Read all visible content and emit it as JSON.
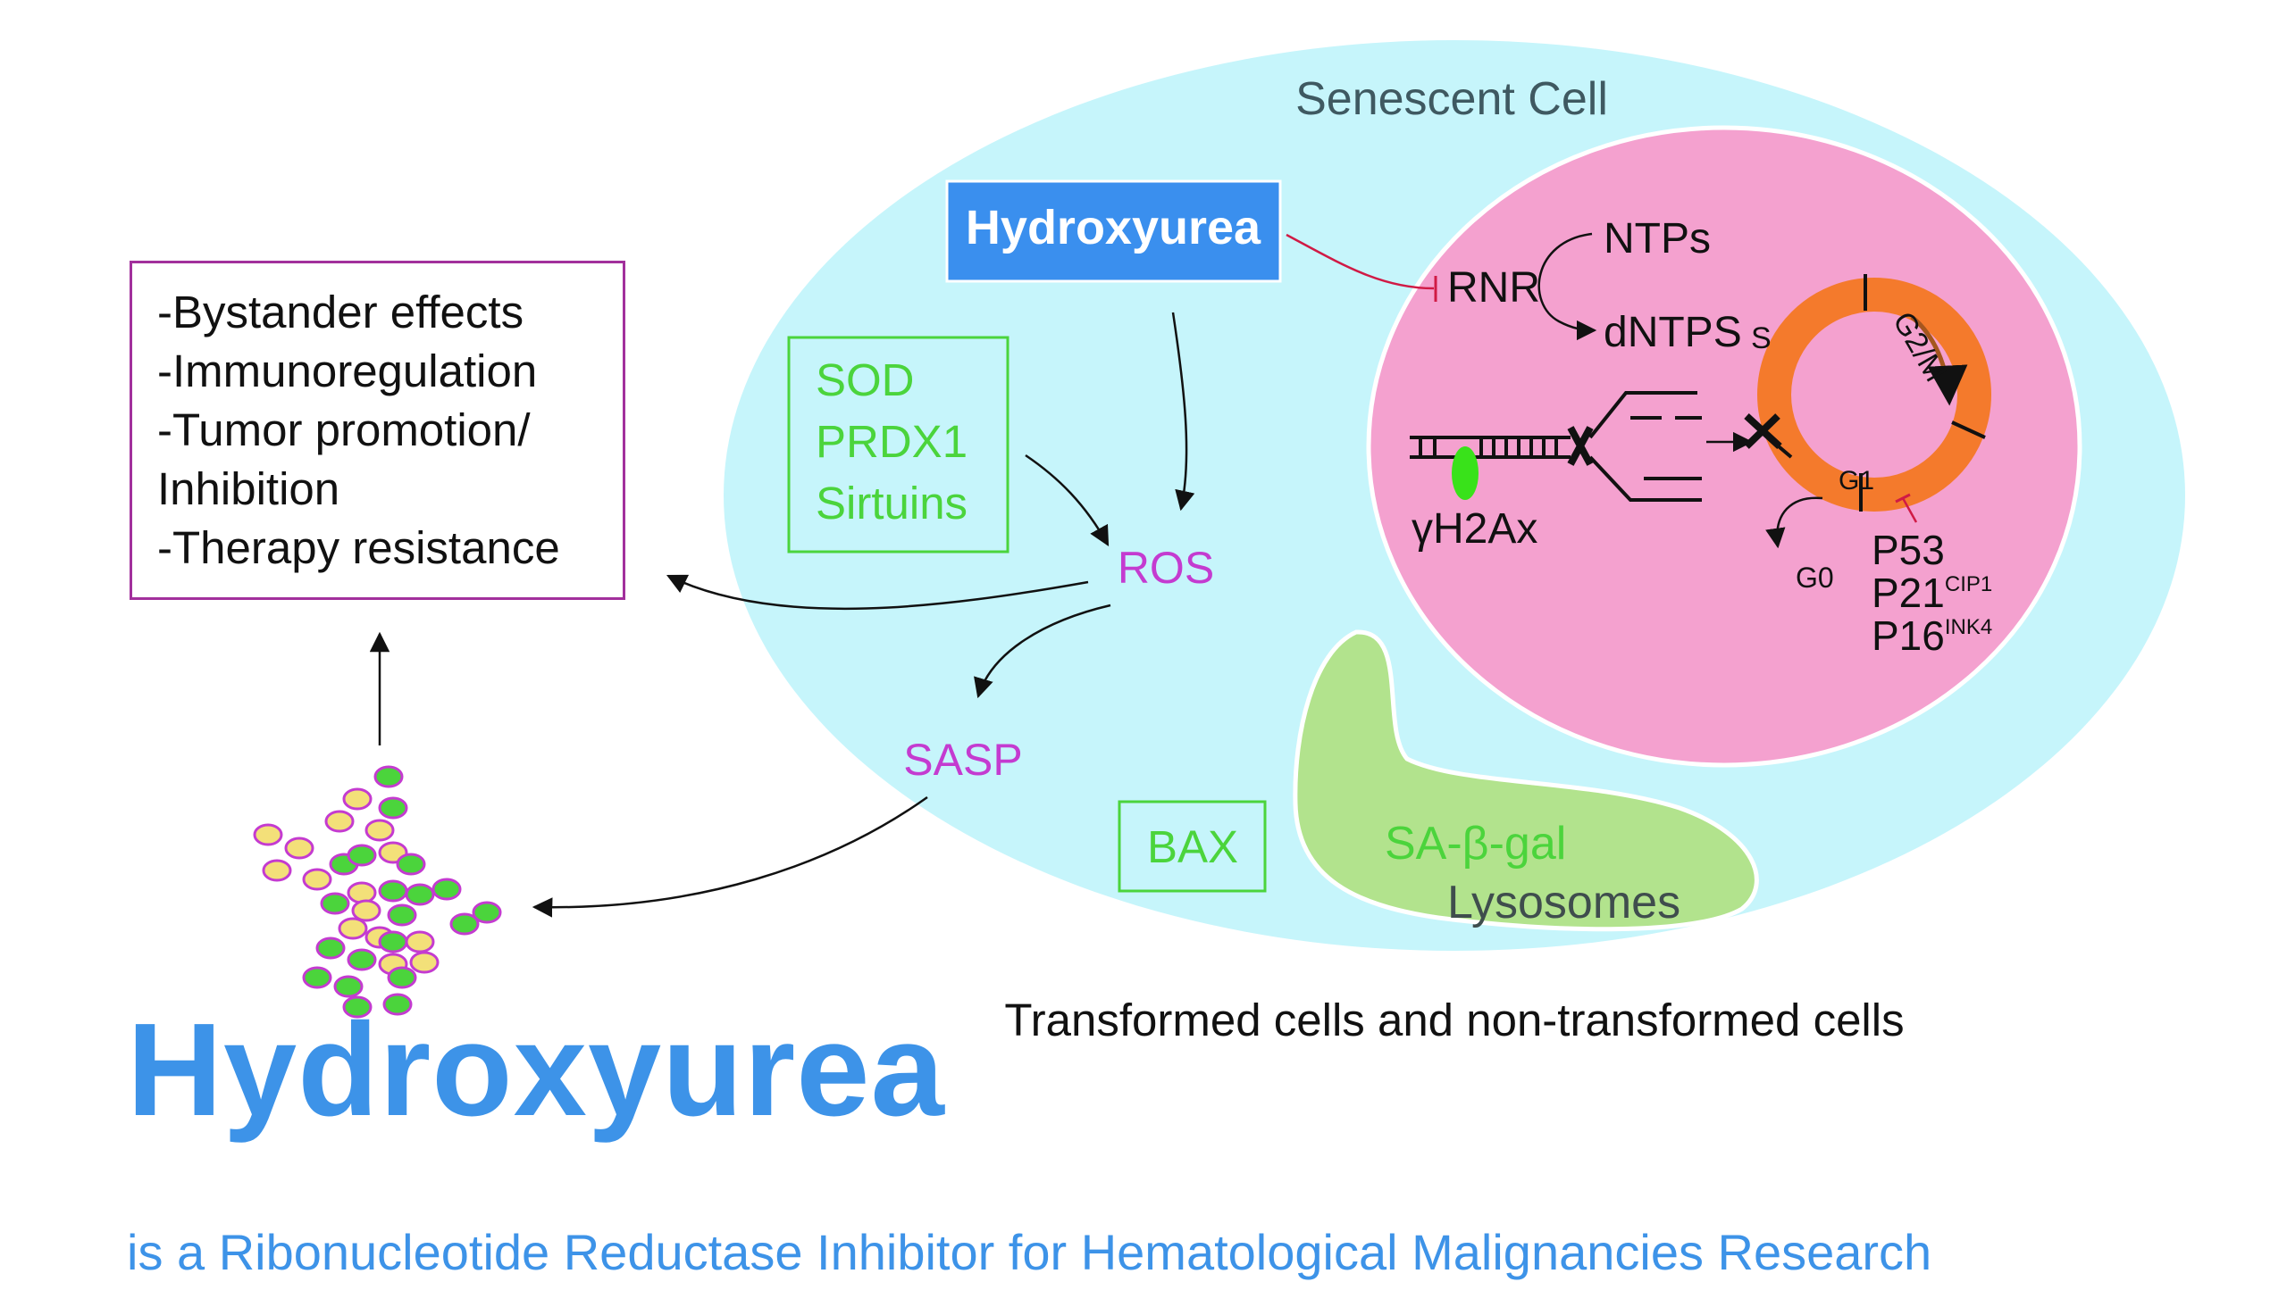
{
  "cell": {
    "label": "Senescent Cell",
    "caption": "Transformed cells and non-transformed cells"
  },
  "drug_box": {
    "label": "Hydroxyurea"
  },
  "antioxidants": [
    "SOD",
    "PRDX1",
    "Sirtuins"
  ],
  "ros": "ROS",
  "sasp": "SASP",
  "bax": "BAX",
  "lysosome": {
    "label1": "SA-β-gal",
    "label2": "Lysosomes"
  },
  "nucleus": {
    "rnr": "RNR",
    "ntps": "NTPs",
    "dntps": "dNTPS",
    "h2ax": "γH2Ax",
    "phase_s": "S",
    "phase_g2m": "G2/M",
    "phase_g1": "G1",
    "phase_g0": "G0",
    "proteins": [
      {
        "name": "P53",
        "sup": ""
      },
      {
        "name": "P21",
        "sup": "CIP1"
      },
      {
        "name": "P16",
        "sup": "INK4"
      }
    ]
  },
  "effects": [
    "-Bystander effects",
    "-Immunoregulation",
    "-Tumor promotion/",
    "Inhibition",
    "-Therapy resistance"
  ],
  "title": "Hydroxyurea",
  "subtitle": "is a Ribonucleotide Reductase Inhibitor for Hematological Malignancies Research",
  "colors": {
    "cell": "#c6f5fb",
    "nucleus": "#f4a1cf",
    "lysosome": "#b2e38d",
    "drug_box": "#3a8fee",
    "green_text": "#4bd43c",
    "magenta_text": "#c43bd0",
    "cycle_ring": "#f47a2c",
    "title_blue": "#3d93e8",
    "effects_border": "#a2309c"
  }
}
